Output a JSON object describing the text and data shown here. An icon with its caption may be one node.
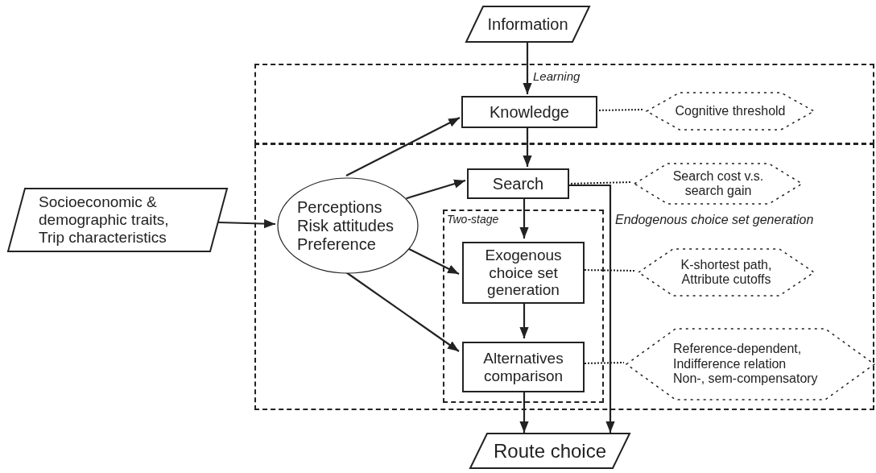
{
  "diagram": {
    "nodes": [
      {
        "text": [
          "Information"
        ]
      },
      {
        "text": [],
        "shape": "box"
      },
      {
        "text": [
          "Knowledge"
        ],
        "in": 1
      },
      {
        "text": [
          "Cognitive threshold"
        ],
        "in": 1
      },
      {
        "text": [
          "Socioeconomic & demographic traits, Trip characteristics"
        ]
      },
      {
        "text": [
          "Endogenous choice set generation"
        ]
      },
      {
        "text": [
          "Perceptions",
          "Risk attitudes",
          "Preference"
        ],
        "in": 5
      },
      {
        "text": [
          "Search"
        ],
        "in": 5
      },
      {
        "text": [
          "Search cost v.s. search gain"
        ],
        "in": 5
      },
      {
        "text": [
          "Two-stage"
        ],
        "in": 5
      },
      {
        "text": [
          "Exogenous choice set generation"
        ],
        "in": 9
      },
      {
        "text": [
          "K-shortest path, Attribute cutoffs"
        ],
        "in": 5
      },
      {
        "text": [
          "Alternatives comparison"
        ],
        "in": 9
      },
      {
        "text": [
          "Reference-dependent,",
          "Indifference relation",
          "Non-, sem-compensatory"
        ],
        "in": 5
      },
      {
        "text": [
          "Route choice"
        ]
      }
    ],
    "edges": [
      {
        "from": 0,
        "to": 2,
        "arrow": "to",
        "label": "Learning"
      },
      {
        "from": 6,
        "to": 2,
        "arrow": "to"
      },
      {
        "from": 2,
        "to": 7,
        "arrow": "to"
      },
      {
        "from": 6,
        "to": 7,
        "arrow": "to"
      },
      {
        "from": 7,
        "to": 10,
        "arrow": "to"
      },
      {
        "from": 6,
        "to": 10,
        "arrow": "to"
      },
      {
        "from": 10,
        "to": 12,
        "arrow": "to"
      },
      {
        "from": 6,
        "to": 12,
        "arrow": "to"
      },
      {
        "from": 12,
        "to": 14,
        "arrow": "to"
      },
      {
        "from": 7,
        "to": 14,
        "arrow": "to"
      },
      {
        "from": 4,
        "to": 6,
        "arrow": "to"
      },
      {
        "from": 2,
        "to": 3,
        "arrow": "none",
        "style": "dashed"
      },
      {
        "from": 7,
        "to": 8,
        "arrow": "none",
        "style": "dashed"
      },
      {
        "from": 10,
        "to": 11,
        "arrow": "none",
        "style": "dashed"
      },
      {
        "from": 12,
        "to": 13,
        "arrow": "none",
        "style": "dashed"
      }
    ]
  }
}
